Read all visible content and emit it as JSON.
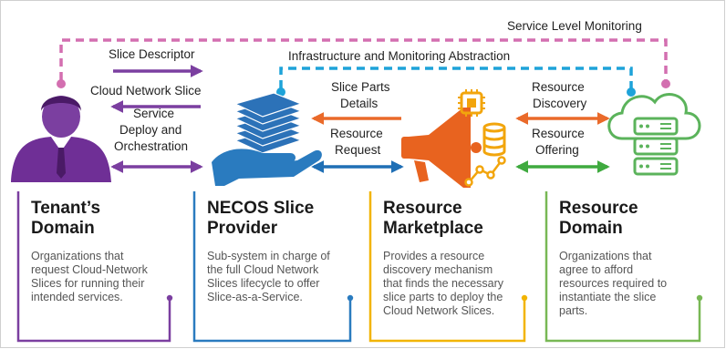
{
  "labels": {
    "service_level_monitoring": "Service Level Monitoring",
    "infra_monitoring_abstraction": "Infrastructure and Monitoring Abstraction",
    "slice_descriptor": "Slice Descriptor",
    "cloud_network_slice": "Cloud Network Slice",
    "service_deploy_1": "Service",
    "service_deploy_2": "Deploy and",
    "service_deploy_3": "Orchestration",
    "slice_parts_1": "Slice Parts",
    "slice_parts_2": "Details",
    "resource_request_1": "Resource",
    "resource_request_2": "Request",
    "resource_discovery_1": "Resource",
    "resource_discovery_2": "Discovery",
    "resource_offering_1": "Resource",
    "resource_offering_2": "Offering"
  },
  "cards": [
    {
      "title_1": "Tenant’s",
      "title_2": "Domain",
      "desc": [
        "Organizations that",
        "request Cloud-Network",
        "Slices for running their",
        "intended services."
      ]
    },
    {
      "title_1": "NECOS Slice",
      "title_2": "Provider",
      "desc": [
        "Sub-system in charge of",
        "the full Cloud Network",
        "Slices lifecycle to offer",
        "Slice-as-a-Service."
      ]
    },
    {
      "title_1": "Resource",
      "title_2": "Marketplace",
      "desc": [
        "Provides a resource",
        "discovery mechanism",
        "that finds the necessary",
        "slice parts to deploy the",
        "Cloud Network Slices."
      ]
    },
    {
      "title_1": "Resource",
      "title_2": "Domain",
      "desc": [
        "Organizations that",
        "agree to afford",
        "resources required to",
        "instantiate the slice",
        "parts."
      ]
    }
  ],
  "icons": [
    "tenant-user-icon",
    "slice-provider-hand-icon",
    "marketplace-megaphone-icon",
    "cloud-server-icon"
  ],
  "colors": {
    "tenant": "#7b3fa0",
    "provider": "#2a7bbf",
    "marketplace": "#f2b400",
    "domain": "#78b855",
    "orange_arrow": "#ea6a2a",
    "blue_arrow": "#1f6fb5",
    "green_arrow": "#3faa3f",
    "pink_dashed": "#d36fb0",
    "cyan_dashed": "#1ea3d9"
  }
}
